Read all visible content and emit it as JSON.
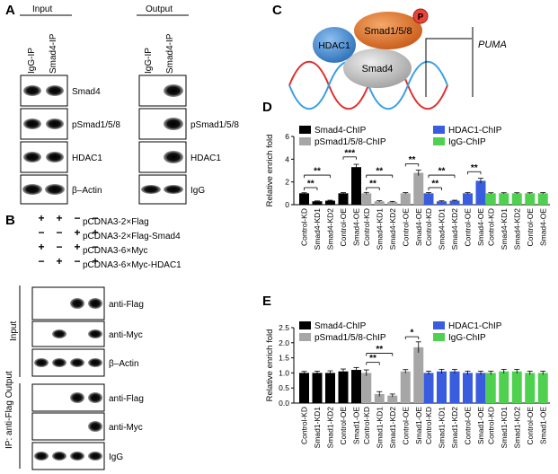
{
  "colors": {
    "black_series": "#000000",
    "gray_series": "#a6a6a6",
    "blue_series": "#3a5de0",
    "green_series": "#4fd14f",
    "hdac1_bubble": "#4a8fd4",
    "smad158_bubble": "#e07a30",
    "smad4_bubble": "#c9c9c9",
    "phospho": "#e8443a",
    "dna_red": "#e03030",
    "dna_blue": "#3aa0e0"
  },
  "panel_A": {
    "letter": "A",
    "input_header": "Input",
    "output_header": "Output",
    "lanes": [
      "IgG-IP",
      "Smad4-IP"
    ],
    "input_rows": [
      "Smad4",
      "pSmad1/5/8",
      "HDAC1",
      "β–Actin"
    ],
    "output_rows": [
      "pSmad1/5/8",
      "HDAC1",
      "IgG"
    ]
  },
  "panel_B": {
    "letter": "B",
    "plasmids": [
      "pCDNA3-2×Flag",
      "pCDNA3-2×Flag-Smad4",
      "pCDNA3-6×Myc",
      "pCDNA3-6×Myc-HDAC1"
    ],
    "matrix": [
      [
        "+",
        "+",
        "−",
        "−"
      ],
      [
        "−",
        "−",
        "+",
        "+"
      ],
      [
        "+",
        "−",
        "+",
        "−"
      ],
      [
        "−",
        "+",
        "−",
        "+"
      ]
    ],
    "input_label": "Input",
    "output_label": "IP: anti-Flag Output",
    "input_rows": [
      "anti-Flag",
      "anti-Myc",
      "β–Actin"
    ],
    "output_rows": [
      "anti-Flag",
      "anti-Myc",
      "IgG"
    ]
  },
  "panel_C": {
    "letter": "C",
    "proteins": [
      "HDAC1",
      "Smad1/5/8",
      "Smad4"
    ],
    "phospho_label": "P",
    "gene": "PUMA"
  },
  "chart_data": [
    {
      "panel": "D",
      "type": "bar",
      "ylabel": "Relative enrich fold",
      "ylim": [
        0,
        6
      ],
      "yticks": [
        0,
        2,
        4,
        6
      ],
      "legend": [
        "Smad4-ChIP",
        "pSmad1/5/8-ChIP",
        "HDAC1-ChIP",
        "IgG-ChIP"
      ],
      "groups": [
        {
          "series": "Smad4-ChIP",
          "categories": [
            "Control-KD",
            "Smad4-KD1",
            "Smad4-KD2",
            "Control-OE",
            "Smad4-OE"
          ],
          "values": [
            1.0,
            0.3,
            0.35,
            1.0,
            3.3
          ]
        },
        {
          "series": "pSmad1/5/8-ChIP",
          "categories": [
            "Control-KD",
            "Smad4-KD1",
            "Smad4-KD2",
            "Control-OE",
            "Smad4-OE"
          ],
          "values": [
            1.0,
            0.3,
            0.25,
            1.0,
            2.8
          ]
        },
        {
          "series": "HDAC1-ChIP",
          "categories": [
            "Control-KD",
            "Smad4-KD1",
            "Smad4-KD2",
            "Control-OE",
            "Smad4-OE"
          ],
          "values": [
            1.0,
            0.3,
            0.35,
            1.0,
            2.1
          ]
        },
        {
          "series": "IgG-ChIP",
          "categories": [
            "Control-KD",
            "Smad4-KD1",
            "Smad4-KD2",
            "Control-OE",
            "Smad4-OE"
          ],
          "values": [
            1.0,
            1.0,
            1.0,
            1.0,
            1.0
          ]
        }
      ],
      "significance": [
        "**",
        "**",
        "***",
        "**",
        "**",
        "**",
        "**",
        "**",
        "**"
      ]
    },
    {
      "panel": "E",
      "type": "bar",
      "ylabel": "Relative enrich fold",
      "ylim": [
        0,
        2.5
      ],
      "yticks": [
        0.0,
        0.5,
        1.0,
        1.5,
        2.0,
        2.5
      ],
      "legend": [
        "Smad4-ChIP",
        "pSmad1/5/8-ChIP",
        "HDAC1-ChIP",
        "IgG-ChIP"
      ],
      "groups": [
        {
          "series": "Smad4-ChIP",
          "categories": [
            "Control-KD",
            "Smad1-KD1",
            "Smad1-KD2",
            "Control-OE",
            "Smad1-OE"
          ],
          "values": [
            1.0,
            1.0,
            1.0,
            1.05,
            1.1
          ]
        },
        {
          "series": "pSmad1/5/8-ChIP",
          "categories": [
            "Control-KD",
            "Smad1-KD1",
            "Smad1-KD2",
            "Control-OE",
            "Smad1-OE"
          ],
          "values": [
            1.0,
            0.3,
            0.25,
            1.05,
            1.85
          ]
        },
        {
          "series": "HDAC1-ChIP",
          "categories": [
            "Control-KD",
            "Smad1-KD1",
            "Smad1-KD2",
            "Control-OE",
            "Smad1-OE"
          ],
          "values": [
            1.0,
            1.05,
            1.05,
            1.0,
            1.0
          ]
        },
        {
          "series": "IgG-ChIP",
          "categories": [
            "Control-KD",
            "Smad1-KD1",
            "Smad1-KD2",
            "Control-OE",
            "Smad1-OE"
          ],
          "values": [
            1.0,
            1.05,
            1.05,
            1.0,
            1.0
          ]
        }
      ],
      "significance": [
        "**",
        "**",
        "*"
      ]
    }
  ]
}
